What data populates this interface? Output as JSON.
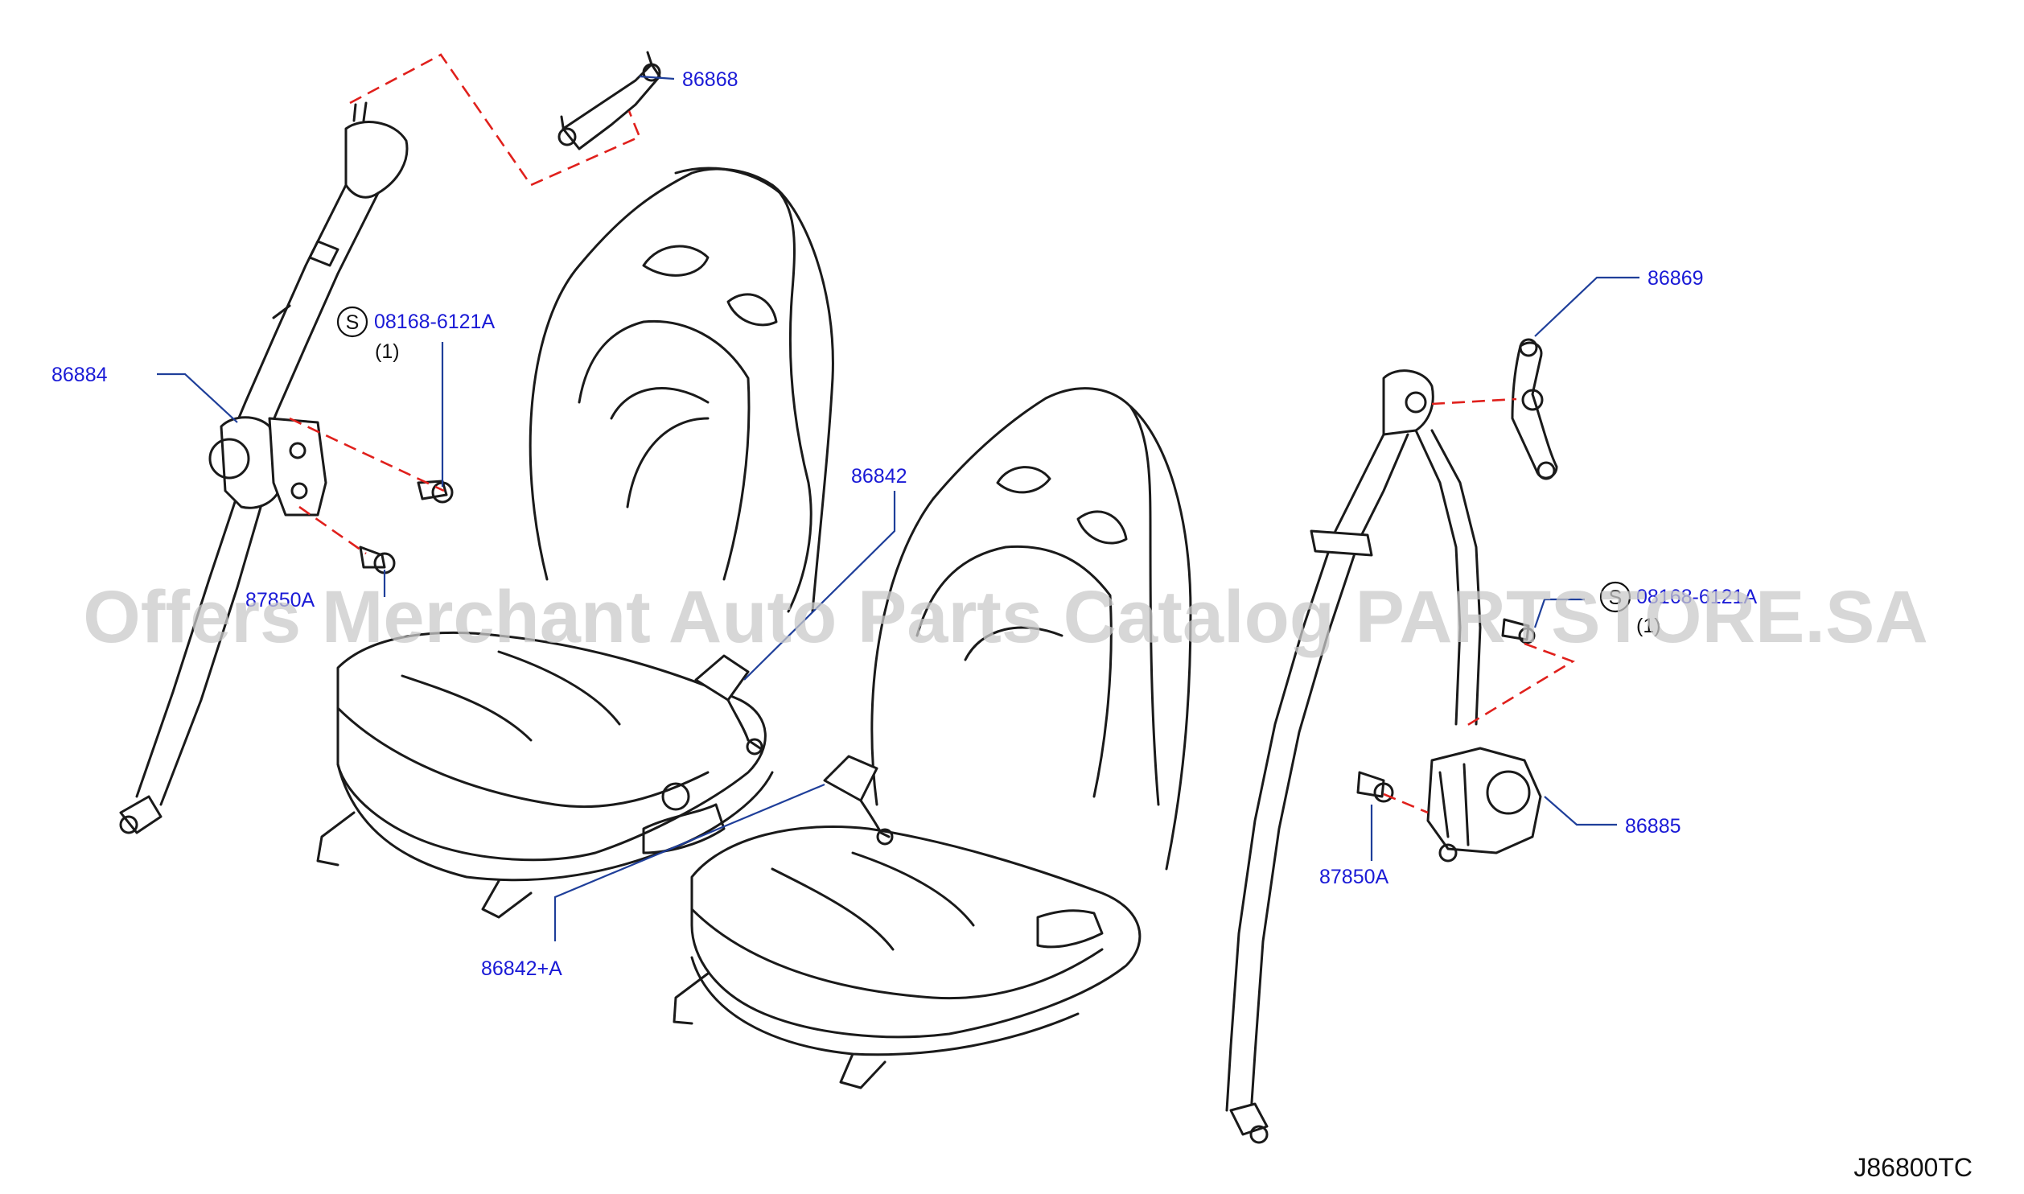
{
  "diagram": {
    "callouts": [
      {
        "id": "c86868",
        "label": "86868"
      },
      {
        "id": "c86884",
        "label": "86884"
      },
      {
        "id": "c08168L",
        "label": "08168-6121A",
        "symbol": "S",
        "qty": "(1)"
      },
      {
        "id": "c87850L",
        "label": "87850A"
      },
      {
        "id": "c86842",
        "label": "86842"
      },
      {
        "id": "c86842A",
        "label": "86842+A"
      },
      {
        "id": "c86869",
        "label": "86869"
      },
      {
        "id": "c08168R",
        "label": "08168-6121A",
        "symbol": "S",
        "qty": "(1)"
      },
      {
        "id": "c87850R",
        "label": "87850A"
      },
      {
        "id": "c86885",
        "label": "86885"
      }
    ],
    "diagram_code": "J86800TC",
    "watermark": "Offers Merchant Auto Parts Catalog PARTSTORE.SA",
    "colors": {
      "callout_text": "#1a1ad6",
      "leader_line": "#1f3f9a",
      "assembly_dash": "#e0201c",
      "outline": "#1a1a1a",
      "watermark": "#c9c9c9"
    }
  }
}
